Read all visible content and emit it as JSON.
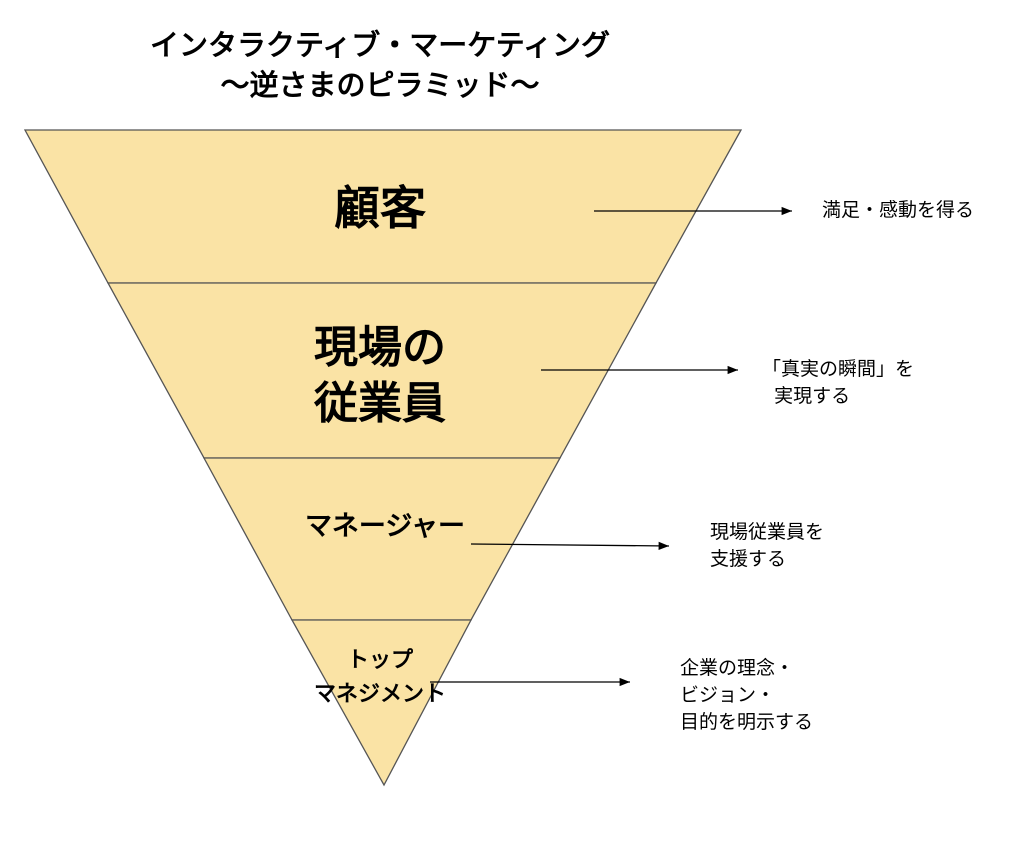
{
  "title": {
    "line1": "インタラクティブ・マーケティング",
    "line2": "〜逆さまのピラミッド〜"
  },
  "tiers": [
    {
      "label": "顧客",
      "note": "満足・感動を得る"
    },
    {
      "label": "現場の\n従業員",
      "note": "「真実の瞬間」を\n  実現する"
    },
    {
      "label": "マネージャー",
      "note": "現場従業員を\n支援する"
    },
    {
      "label": "トップ\nマネジメント",
      "note": "企業の理念・\nビジョン・\n目的を明示する"
    }
  ],
  "colors": {
    "fill": "#fae3a5",
    "stroke": "#555555",
    "arrow": "#000000"
  }
}
